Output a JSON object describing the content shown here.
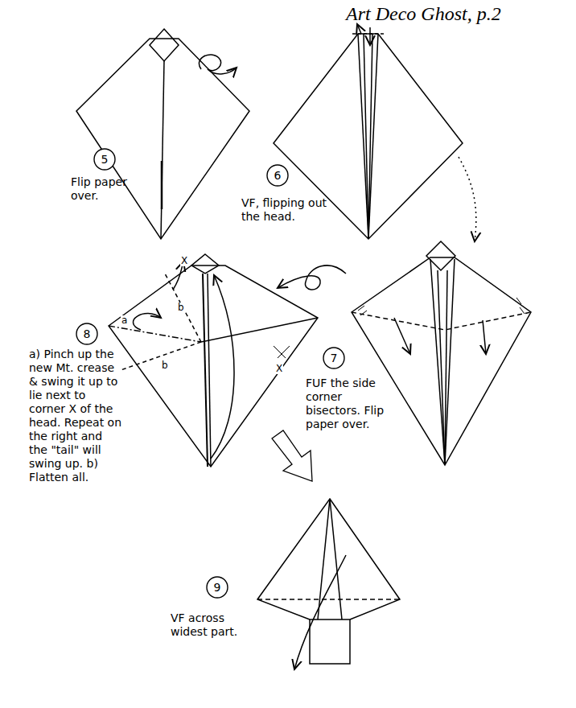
{
  "diagram": {
    "title": "Art Deco Ghost, p.2",
    "nodes": [
      {
        "text": [
          "5"
        ]
      },
      {
        "text": [
          "6"
        ]
      },
      {
        "text": [
          "7"
        ]
      },
      {
        "text": [
          "8"
        ]
      },
      {
        "text": [
          "9"
        ]
      }
    ],
    "labels": [
      "Flip paper over.",
      "VF, flipping out the head.",
      "FUF the side corner bisectors. Flip paper over.",
      "a) Pinch up the new Mt. crease & swing it up to lie next to corner X of the head. Repeat on the right and the \"tail\" will swing up. b) Flatten all.",
      "VF across widest part.",
      "X",
      "a",
      "b",
      "b",
      "X"
    ]
  }
}
